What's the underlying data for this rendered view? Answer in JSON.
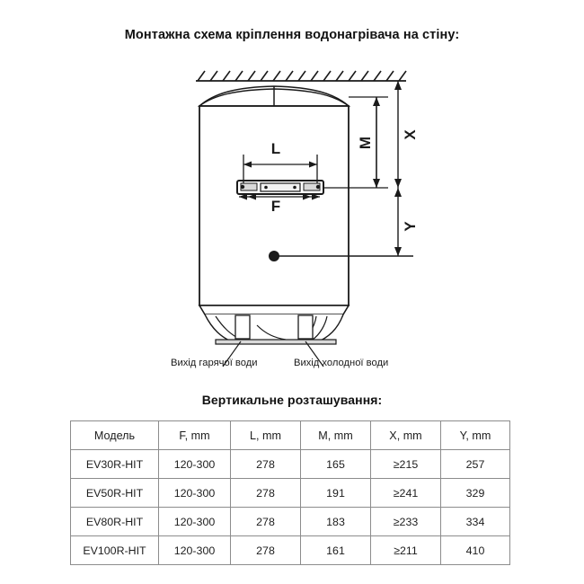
{
  "document": {
    "title": "Монтажна схема кріплення водонагрівача на стіну:",
    "subtitle": "Вертикальне розташування:"
  },
  "diagram": {
    "dimension_labels": {
      "l": "L",
      "f": "F",
      "m": "M",
      "x": "X",
      "y": "Y"
    },
    "callouts": {
      "hot_outlet": "Вихід гарячої води",
      "cold_inlet": "Вихід холодної води"
    }
  },
  "table": {
    "headers": [
      "Модель",
      "F, mm",
      "L, mm",
      "M, mm",
      "X, mm",
      "Y, mm"
    ],
    "rows": [
      {
        "model": "EV30R-HIT",
        "f": "120-300",
        "l": "278",
        "m": "165",
        "x": "≥215",
        "y": "257"
      },
      {
        "model": "EV50R-HIT",
        "f": "120-300",
        "l": "278",
        "m": "191",
        "x": "≥241",
        "y": "329"
      },
      {
        "model": "EV80R-HIT",
        "f": "120-300",
        "l": "278",
        "m": "183",
        "x": "≥233",
        "y": "334"
      },
      {
        "model": "EV100R-HIT",
        "f": "120-300",
        "l": "278",
        "m": "161",
        "x": "≥211",
        "y": "410"
      }
    ]
  },
  "colors": {
    "line": "#1a1a1a",
    "table_border": "#8c8c8c",
    "text": "#1a1a1a",
    "fill_light": "#f2f2f2",
    "fill_mid": "#d9d9d9"
  }
}
